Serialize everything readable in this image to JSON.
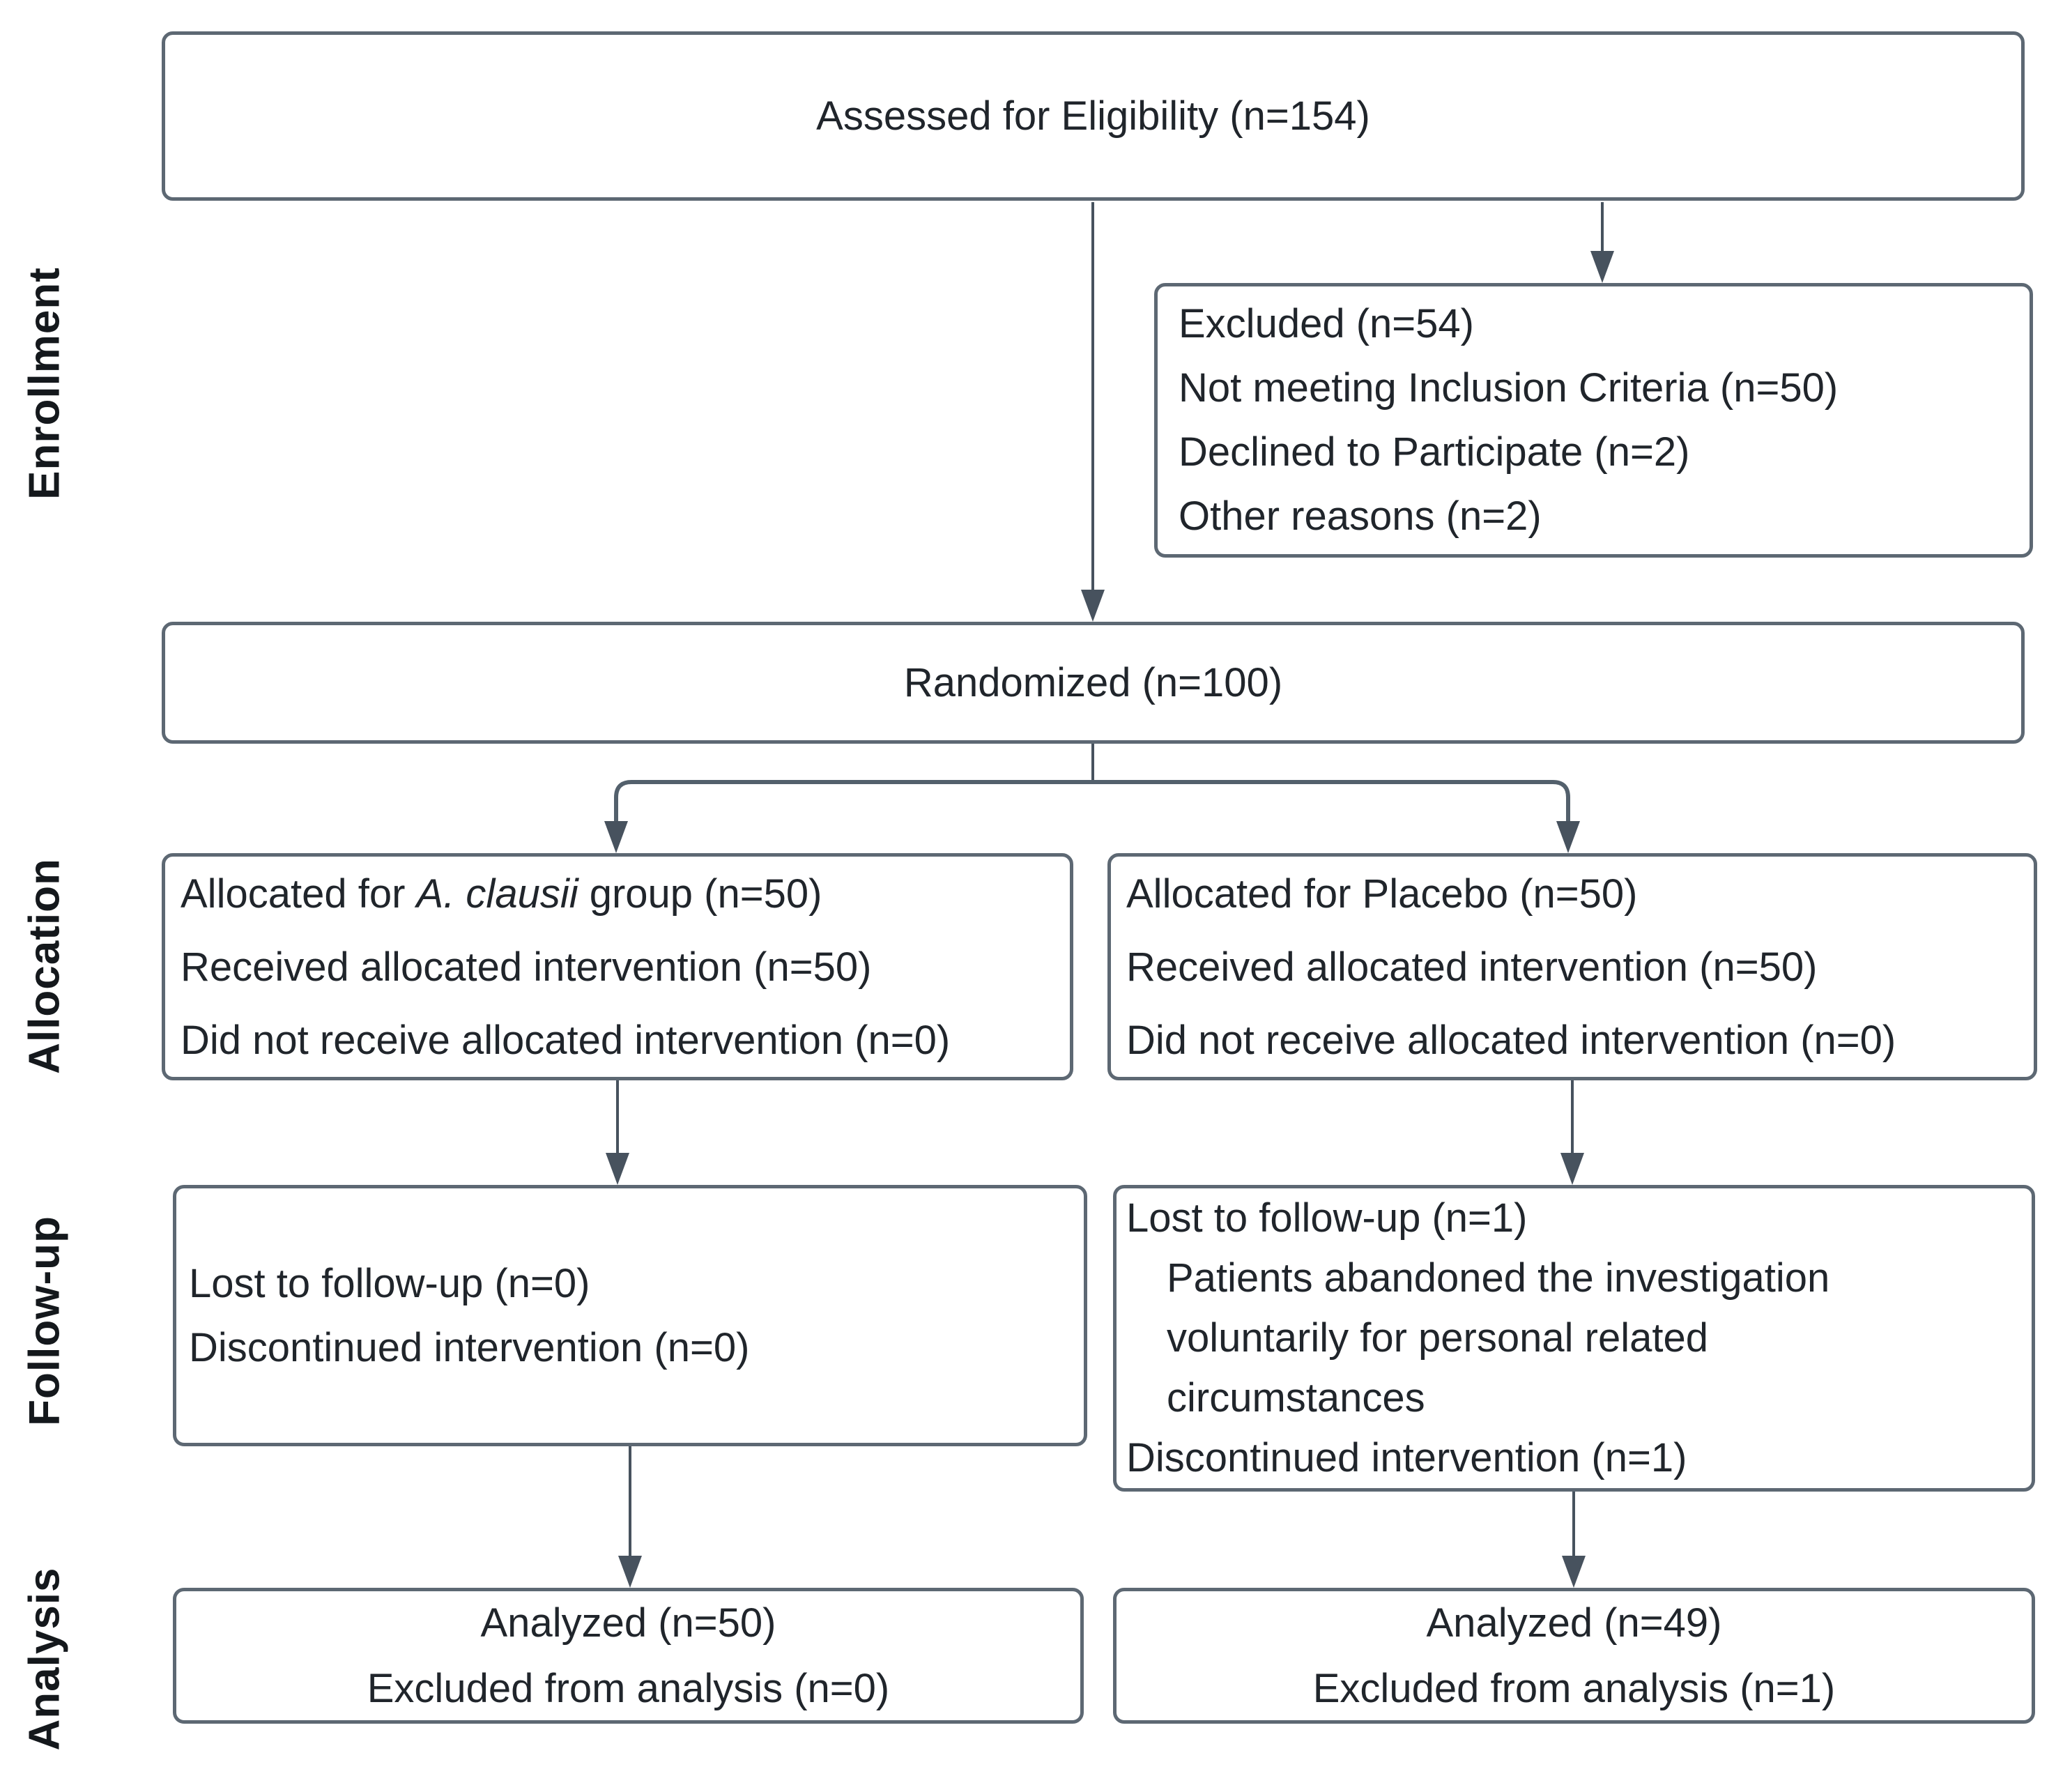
{
  "colors": {
    "background": "#ffffff",
    "border": "#5d6873",
    "arrow": "#47525e",
    "connector": "#53606c",
    "text": "#20252b",
    "label": "#14181c"
  },
  "stages": {
    "enrollment": "Enrollment",
    "allocation": "Allocation",
    "followup": "Follow-up",
    "analysis": "Analysis"
  },
  "boxes": {
    "assessed": {
      "text": "Assessed for Eligibility (n=154)"
    },
    "excluded": {
      "lines": [
        "Excluded (n=54)",
        "Not meeting Inclusion Criteria (n=50)",
        "Declined to Participate (n=2)",
        "Other reasons (n=2)"
      ]
    },
    "randomized": {
      "text": "Randomized (n=100)"
    },
    "allocation_intervention": {
      "line1_prefix": "Allocated for ",
      "line1_italic": "A. clausii",
      "line1_suffix": " group (n=50)",
      "line2": "Received allocated intervention (n=50)",
      "line3": "Did not receive allocated intervention (n=0)"
    },
    "allocation_placebo": {
      "line1": "Allocated for Placebo (n=50)",
      "line2": "Received allocated intervention (n=50)",
      "line3": "Did not receive allocated intervention (n=0)"
    },
    "followup_intervention": {
      "line1": "Lost to follow-up (n=0)",
      "line2": "Discontinued intervention (n=0)"
    },
    "followup_placebo": {
      "line1": "Lost to follow-up (n=1)",
      "reason_line1": "Patients abandoned the investigation",
      "reason_line2": "voluntarily for personal related",
      "reason_line3": "circumstances",
      "line2": "Discontinued intervention (n=1)"
    },
    "analysis_intervention": {
      "line1": "Analyzed (n=50)",
      "line2": "Excluded from analysis (n=0)"
    },
    "analysis_placebo": {
      "line1": "Analyzed (n=49)",
      "line2": "Excluded from analysis (n=1)"
    }
  }
}
